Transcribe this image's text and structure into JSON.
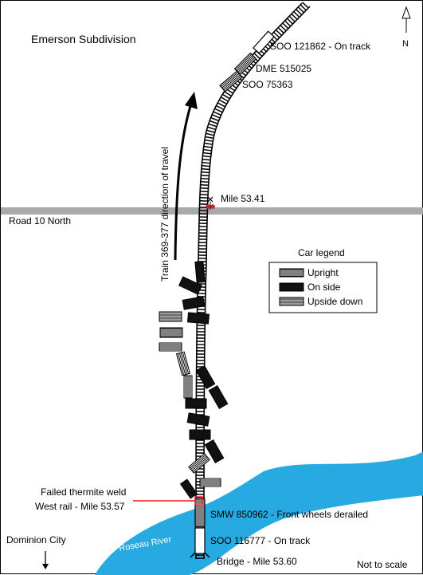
{
  "title": "Emerson Subdivision",
  "road_label": "Road 10 North",
  "direction_label": "Train 369-377 direction of travel",
  "crossing_label": "Mile 53.41",
  "cars_on_track": [
    {
      "id": "soo121862",
      "label": "SOO 121862 - On track"
    },
    {
      "id": "dme515025",
      "label": "DME 515025"
    },
    {
      "id": "soo75363",
      "label": "SOO 75363"
    }
  ],
  "legend": {
    "title": "Car legend",
    "items": [
      {
        "label": "Upright",
        "style": "upright"
      },
      {
        "label": "On side",
        "style": "on-side"
      },
      {
        "label": "Upside down",
        "style": "upside-down"
      }
    ]
  },
  "failed_weld_line1": "Failed thermite weld",
  "failed_weld_line2": "West rail - Mile 53.57",
  "smw_label": "SMW 850962 - Front wheels derailed",
  "soo116777_label": "SOO 116777 - On track",
  "bridge_label": "Bridge - Mile 53.60",
  "river_label": "Roseau River",
  "dominion_label": "Dominion City",
  "scale_note": "Not to scale",
  "north_label": "N",
  "colors": {
    "river": "#27a9e1",
    "road": "#a7a9ac",
    "weld_marker": "#ed1c24",
    "crossing_signal": "#c1272d"
  }
}
